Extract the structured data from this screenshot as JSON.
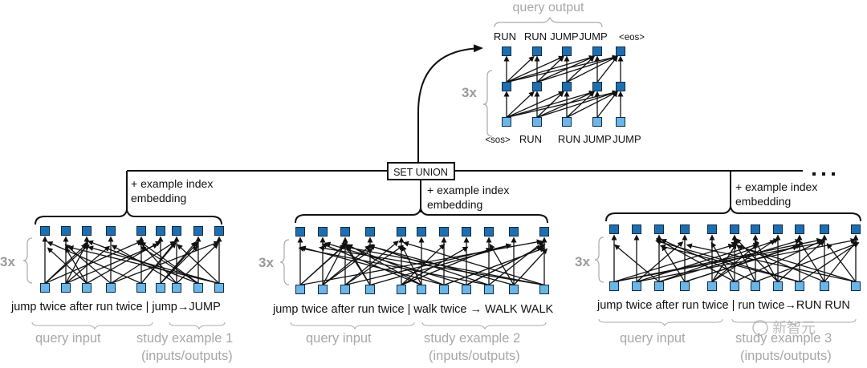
{
  "colors": {
    "output_node": "#1f6fb0",
    "input_node": "#6bb6e6",
    "node_stroke": "#0d2b45",
    "edge": "#111111",
    "annotation_gray": "#a7a7a7"
  },
  "decoder": {
    "title": "query output",
    "layers_label": "3x",
    "output_tokens": [
      "RUN",
      "RUN",
      "JUMP",
      "JUMP",
      "<eos>"
    ],
    "input_tokens": [
      "<sos>",
      "RUN",
      "RUN",
      "JUMP",
      "JUMP"
    ]
  },
  "set_union_label": "SET UNION",
  "continuation": "...",
  "encoders": [
    {
      "name": "encoder-1",
      "layers_label": "3x",
      "embedding_label_line1": "+ example index",
      "embedding_label_line2": "embedding",
      "sequence_text": "jump twice after run twice | jump→JUMP",
      "query_label": "query input",
      "study_label_line1": "study example 1",
      "study_label_line2": "(inputs/outputs)",
      "token_count": 9
    },
    {
      "name": "encoder-2",
      "layers_label": "3x",
      "embedding_label_line1": "+ example index",
      "embedding_label_line2": "embedding",
      "sequence_text": "jump twice after run twice | walk twice →  WALK WALK",
      "query_label": "query input",
      "study_label_line1": "study example 2",
      "study_label_line2": "(inputs/outputs)",
      "token_count": 11
    },
    {
      "name": "encoder-3",
      "layers_label": "3x",
      "embedding_label_line1": "+ example index",
      "embedding_label_line2": "embedding",
      "sequence_text": "jump twice after run twice | run twice→RUN RUN",
      "query_label": "query input",
      "study_label_line1": "study example 3",
      "study_label_line2": "(inputs/outputs)",
      "token_count": 11
    }
  ],
  "watermark": "新智元"
}
